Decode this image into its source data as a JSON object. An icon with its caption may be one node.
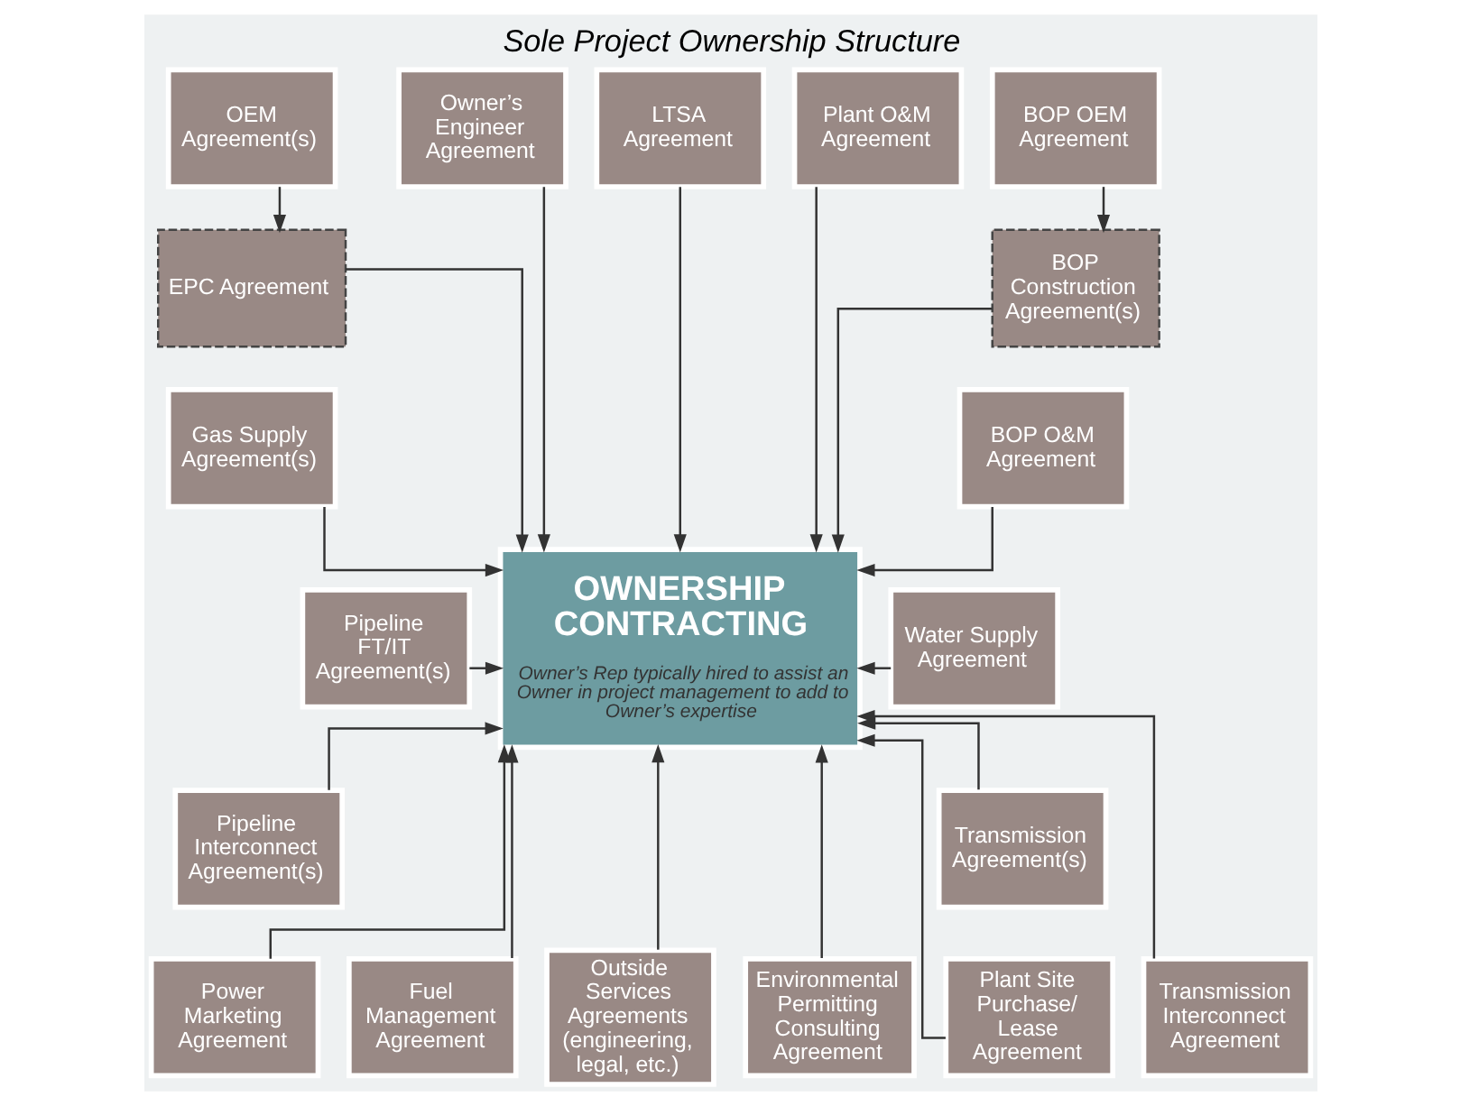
{
  "diagram": {
    "title": "Sole Project Ownership Structure",
    "nodes": [
      {
        "text": [
          "OEM Agreement(s)"
        ]
      },
      {
        "text": [
          "Owner’s Engineer Agreement"
        ]
      },
      {
        "text": [
          "LTSA Agreement"
        ]
      },
      {
        "text": [
          "Plant O&M Agreement"
        ]
      },
      {
        "text": [
          "BOP OEM Agreement"
        ]
      },
      {
        "text": [
          "EPC Agreement"
        ]
      },
      {
        "text": [
          "BOP Construction Agreement(s)"
        ]
      },
      {
        "text": [
          "Gas Supply Agreement(s)"
        ]
      },
      {
        "text": [
          "OWNERSHIP CONTRACTING",
          "Owner’s Rep typically hired to assist an Owner in project management to add to Owner’s expertise"
        ]
      },
      {
        "text": [
          "BOP O&M Agreement"
        ]
      },
      {
        "text": [
          "Pipeline FT/IT Agreement(s)"
        ]
      },
      {
        "text": [
          "Water Supply Agreement"
        ]
      },
      {
        "text": [
          "Pipeline Interconnect Agreement(s)"
        ]
      },
      {
        "text": [
          "Transmission Agreement(s)"
        ]
      },
      {
        "text": [
          "Power Marketing Agreement"
        ]
      },
      {
        "text": [
          "Transmission Interconnect Agreement"
        ]
      },
      {
        "text": [
          "Fuel Management Agreement"
        ]
      },
      {
        "text": [
          "Outside Services Agreements (engineering, legal, etc.)"
        ]
      },
      {
        "text": [
          "Environmental Permitting Consulting Agreement"
        ]
      },
      {
        "text": [
          "Plant Site Purchase/ Lease Agreement"
        ]
      }
    ],
    "edges": [
      {
        "from": 0,
        "to": 5,
        "arrow": "to"
      },
      {
        "from": 4,
        "to": 6,
        "arrow": "to"
      },
      {
        "from": 1,
        "to": 8,
        "arrow": "to"
      },
      {
        "from": 2,
        "to": 8,
        "arrow": "to"
      },
      {
        "from": 3,
        "to": 8,
        "arrow": "to"
      },
      {
        "from": 5,
        "to": 8,
        "arrow": "to"
      },
      {
        "from": 7,
        "to": 8,
        "arrow": "to"
      },
      {
        "from": 10,
        "to": 8,
        "arrow": "to"
      },
      {
        "from": 12,
        "to": 8,
        "arrow": "to"
      },
      {
        "from": 14,
        "to": 8,
        "arrow": "to"
      },
      {
        "from": 6,
        "to": 8,
        "arrow": "to"
      },
      {
        "from": 9,
        "to": 8,
        "arrow": "to"
      },
      {
        "from": 11,
        "to": 8,
        "arrow": "to"
      },
      {
        "from": 13,
        "to": 8,
        "arrow": "to"
      },
      {
        "from": 15,
        "to": 8,
        "arrow": "to"
      },
      {
        "from": 16,
        "to": 8,
        "arrow": "to"
      },
      {
        "from": 17,
        "to": 8,
        "arrow": "to"
      },
      {
        "from": 18,
        "to": 8,
        "arrow": "to"
      },
      {
        "from": 19,
        "to": 8,
        "arrow": "to"
      }
    ]
  }
}
